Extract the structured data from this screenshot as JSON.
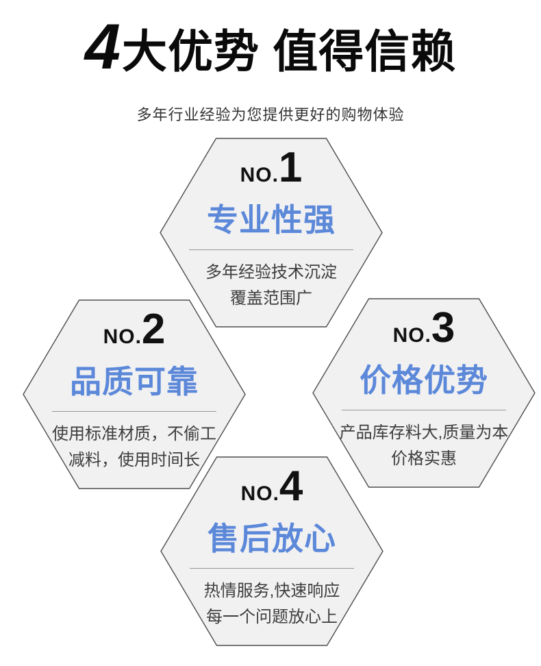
{
  "header": {
    "title_number": "4",
    "title_rest": "大优势 值得信赖",
    "subtitle": "多年行业经验为您提供更好的购物体验"
  },
  "colors": {
    "accent_blue": "#5c88d9",
    "hex_fill": "#f1f1f2",
    "hex_border": "#4d4d4d",
    "text_dark": "#3d3d3d",
    "divider": "#969696",
    "title_black": "#0a0a0a"
  },
  "advantages": [
    {
      "no_label": "NO.",
      "number": "1",
      "heading": "专业性强",
      "desc_line1": "多年经验技术沉淀",
      "desc_line2": "覆盖范围广"
    },
    {
      "no_label": "NO.",
      "number": "2",
      "heading": "品质可靠",
      "desc_line1": "使用标准材质，不偷工",
      "desc_line2": "减料，使用时间长"
    },
    {
      "no_label": "NO.",
      "number": "3",
      "heading": "价格优势",
      "desc_line1": "产品库存料大,质量为本",
      "desc_line2": "价格实惠"
    },
    {
      "no_label": "NO.",
      "number": "4",
      "heading": "售后放心",
      "desc_line1": "热情服务,快速响应",
      "desc_line2": "每一个问题放心上"
    }
  ]
}
